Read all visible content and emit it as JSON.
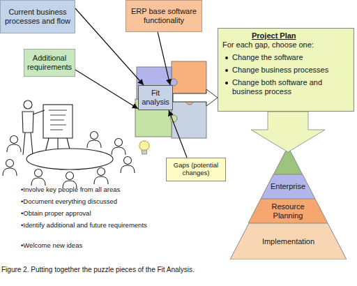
{
  "diagram": {
    "caption": "Figure 2. Putting together the puzzle pieces of the Fit Analysis.",
    "nodes": [
      {
        "text": [
          "Current business processes and flow"
        ]
      },
      {
        "text": [
          "ERP base software functionality"
        ]
      },
      {
        "text": [
          "Additional requirements"
        ]
      },
      {
        "text": [
          "Fit analysis"
        ]
      },
      {
        "text": [
          "Project Plan",
          "For each gap, choose one:",
          "Change the software",
          "Change business processes",
          "Change both software and business process"
        ]
      },
      {
        "text": [
          "Gaps (potential changes)"
        ]
      },
      {
        "text": [
          "Enterprise"
        ]
      },
      {
        "text": [
          "Resource Planning"
        ]
      },
      {
        "text": [
          "Implementation"
        ]
      }
    ],
    "edges": [
      {
        "from": 0,
        "to": 3,
        "arrow": "to"
      },
      {
        "from": 1,
        "to": 3,
        "arrow": "to"
      },
      {
        "from": 2,
        "to": 3,
        "arrow": "to"
      },
      {
        "from": 5,
        "to": 3,
        "arrow": "to"
      },
      {
        "from": 3,
        "to": 4,
        "arrow": "to"
      }
    ],
    "labels": [
      "•Involve key people from all areas",
      "•Document everything discussed",
      "•Obtain proper approval",
      "•Identify additional and future requirements",
      "•Welcome new ideas"
    ]
  }
}
